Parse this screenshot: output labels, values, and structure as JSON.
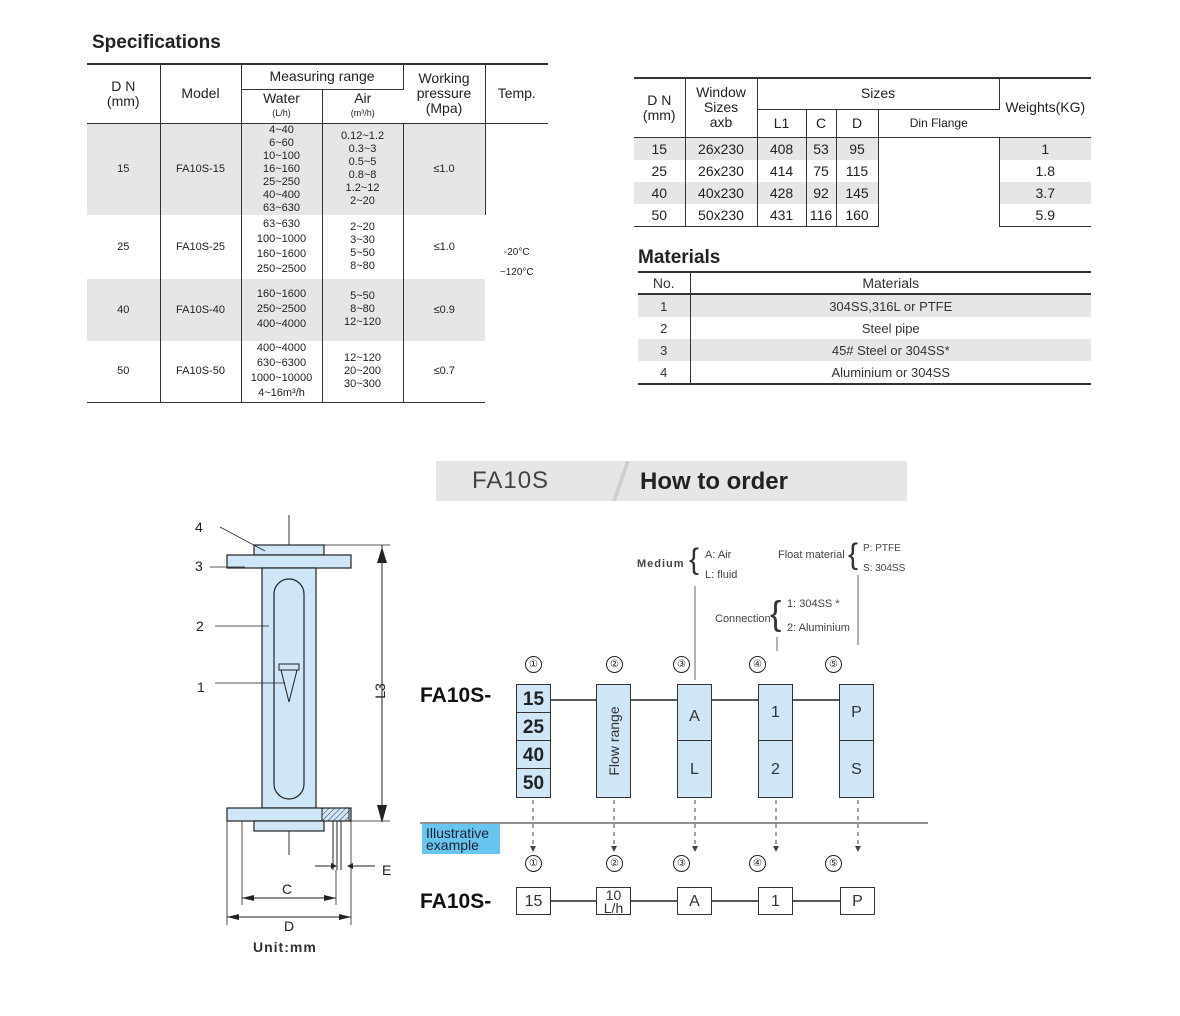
{
  "specifications": {
    "title": "Specifications",
    "headers": {
      "dn": "D N",
      "dn_unit": "(mm)",
      "model": "Model",
      "measuring_range": "Measuring range",
      "water": "Water",
      "water_unit": "(L/h)",
      "air": "Air",
      "air_unit": "(m³/h)",
      "working": "Working",
      "pressure": "pressure",
      "pressure_unit": "(Mpa)",
      "temp": "Temp."
    },
    "rows": [
      {
        "dn": "15",
        "model": "FA10S-15",
        "water": [
          "4~40",
          "6~60",
          "10~100",
          "16~160",
          "25~250",
          "40~400",
          "63~630"
        ],
        "air": [
          "0.12~1.2",
          "0.3~3",
          "0.5~5",
          "0.8~8",
          "1.2~12",
          "2~20"
        ],
        "pressure": "≤1.0"
      },
      {
        "dn": "25",
        "model": "FA10S-25",
        "water": [
          "63~630",
          "100~1000",
          "160~1600",
          "250~2500"
        ],
        "air": [
          "2~20",
          "3~30",
          "5~50",
          "8~80"
        ],
        "pressure": "≤1.0"
      },
      {
        "dn": "40",
        "model": "FA10S-40",
        "water": [
          "160~1600",
          "250~2500",
          "400~4000"
        ],
        "air": [
          "5~50",
          "8~80",
          "12~120"
        ],
        "pressure": "≤0.9"
      },
      {
        "dn": "50",
        "model": "FA10S-50",
        "water": [
          "400~4000",
          "630~6300",
          "1000~10000",
          "4~16m³/h"
        ],
        "air": [
          "12~120",
          "20~200",
          "30~300"
        ],
        "pressure": "≤0.7"
      }
    ],
    "temp": [
      "-20°C",
      "~120°C"
    ]
  },
  "sizes": {
    "headers": {
      "dn": "D N",
      "dn_unit": "(mm)",
      "window": "Window",
      "window2": "Sizes",
      "window3": "axb",
      "sizes": "Sizes",
      "l1": "L1",
      "c": "C",
      "d": "D",
      "flange": "Din Flange",
      "weights": "Weights(KG)"
    },
    "rows": [
      {
        "dn": "15",
        "window": "26x230",
        "l1": "408",
        "c": "53",
        "d": "95",
        "weight": "1"
      },
      {
        "dn": "25",
        "window": "26x230",
        "l1": "414",
        "c": "75",
        "d": "115",
        "weight": "1.8"
      },
      {
        "dn": "40",
        "window": "40x230",
        "l1": "428",
        "c": "92",
        "d": "145",
        "weight": "3.7"
      },
      {
        "dn": "50",
        "window": "50x230",
        "l1": "431",
        "c": "116",
        "d": "160",
        "weight": "5.9"
      }
    ]
  },
  "materials": {
    "title": "Materials",
    "headers": {
      "no": "No.",
      "materials": "Materials"
    },
    "rows": [
      {
        "no": "1",
        "material": "304SS,316L or PTFE"
      },
      {
        "no": "2",
        "material": "Steel pipe"
      },
      {
        "no": "3",
        "material": "45# Steel or 304SS*"
      },
      {
        "no": "4",
        "material": "Aluminium or 304SS"
      }
    ]
  },
  "order": {
    "model": "FA10S",
    "title": "How to order",
    "prefix": "FA10S-",
    "medium": {
      "label": "Medium",
      "a": "A: Air",
      "l": "L: fluid"
    },
    "float_material": {
      "label": "Float material",
      "p": "P: PTFE",
      "s": "S: 304SS"
    },
    "connection": {
      "label": "Connection",
      "one": "1: 304SS *",
      "two": "2: Aluminium"
    },
    "circles": [
      "①",
      "②",
      "③",
      "④",
      "⑤"
    ],
    "dn_options": [
      "15",
      "25",
      "40",
      "50"
    ],
    "flow_range": "Flow range",
    "medium_options": [
      "A",
      "L"
    ],
    "connection_options": [
      "1",
      "2"
    ],
    "float_options": [
      "P",
      "S"
    ],
    "illustrative": [
      "Illustrative",
      "example"
    ],
    "example": {
      "dn": "15",
      "flow_top": "10",
      "flow_bottom": "L/h",
      "medium": "A",
      "connection": "1",
      "float": "P"
    }
  },
  "drawing": {
    "labels": [
      "4",
      "3",
      "2",
      "1"
    ],
    "l3": "L3",
    "c": "C",
    "d": "D",
    "e": "E",
    "unit": "Unit:mm",
    "colors": {
      "body": "#cfe6f7",
      "outline": "#222222",
      "shade": "#e6e6e6",
      "illustrative": "#67c5ef"
    }
  }
}
